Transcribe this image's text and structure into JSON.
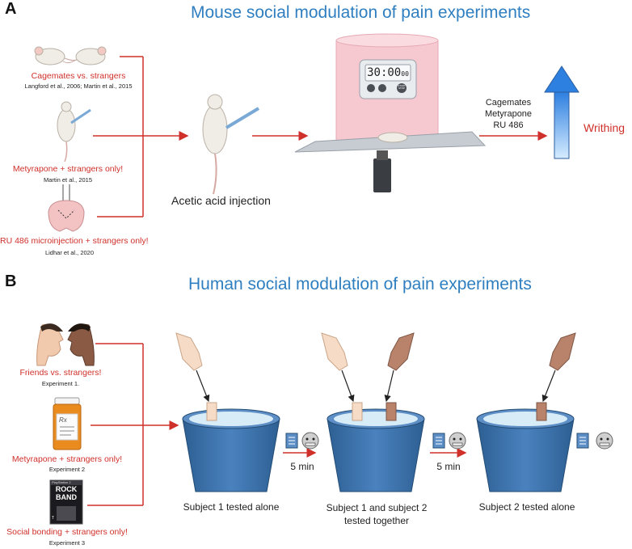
{
  "panel_a": {
    "letter": "A",
    "title": "Mouse social modulation of pain experiments",
    "conditions": [
      {
        "label": "Cagemates vs. strangers",
        "ref": "Langford et al., 2006; Martin et al., 2015"
      },
      {
        "label": "Metyrapone + strangers only!",
        "ref": "Martin et al., 2015"
      },
      {
        "label": "RU 486 microinjection + strangers only!",
        "ref": "Lidhar et al., 2020"
      }
    ],
    "injection_label": "Acetic acid injection",
    "timer": {
      "main": "30:00",
      "small": "00",
      "btn1": "",
      "btn2": "",
      "btn3": "START STOP"
    },
    "modulators": [
      "Cagemates",
      "Metyrapone",
      "RU 486"
    ],
    "outcome": "Writhing"
  },
  "panel_b": {
    "letter": "B",
    "title": "Human social modulation of pain experiments",
    "conditions": [
      {
        "label": "Friends vs. strangers!",
        "ref": "Experiment 1."
      },
      {
        "label": "Metyrapone + strangers only!",
        "ref": "Experiment 2"
      },
      {
        "label": "Social bonding + strangers only!",
        "ref": "Experiment 3"
      }
    ],
    "game_box": {
      "platform": "PlayStation 2",
      "title_top": "ROCK",
      "title_bottom": "BAND",
      "rating": "T"
    },
    "pill_label": "Rx",
    "stages": [
      {
        "label": "Subject 1 tested alone"
      },
      {
        "label": "Subject 1 and subject 2 tested together"
      },
      {
        "label": "Subject 2 tested alone"
      }
    ],
    "intervals": [
      "5 min",
      "5 min"
    ]
  },
  "colors": {
    "title_blue": "#2f7fc0",
    "condition_red": "#d0302a",
    "bucket_blue": "#3a6fa8",
    "arrow_blue": "#4a8fd6",
    "chamber_pink": "#f6c9d0"
  }
}
